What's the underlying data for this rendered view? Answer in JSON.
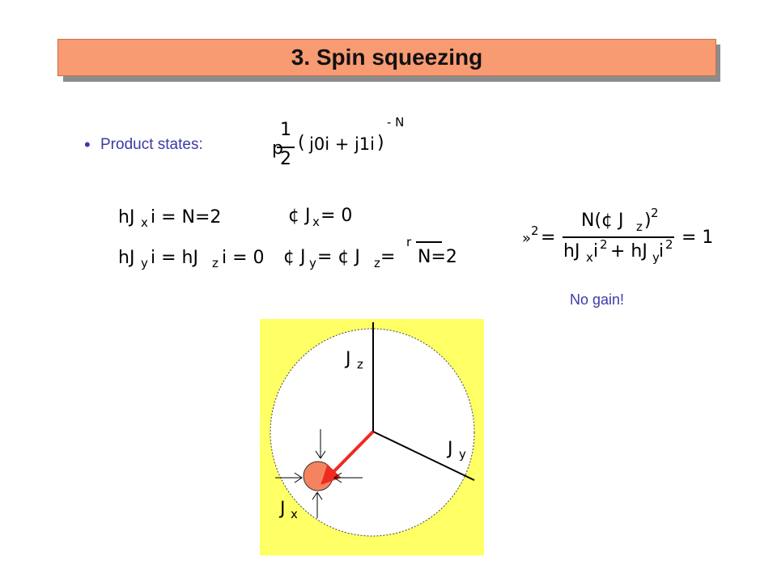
{
  "title": "3. Spin squeezing",
  "bullet": {
    "marker": "•",
    "label": "Product states:"
  },
  "product_state": {
    "prefix": "p",
    "frac_num": "1",
    "frac_den": "2",
    "paren_open": "(",
    "body": "j0i + j1i",
    "paren_close": ")",
    "superscript": "- N"
  },
  "equations_left": {
    "row1": "hJ",
    "row1_sub": "x",
    "row1_rest": "i = N=2",
    "row2": "hJ",
    "row2_sub": "y",
    "row2_mid": "i = hJ",
    "row2_sub2": "z",
    "row2_rest": "i = 0"
  },
  "equations_mid": {
    "row1_a": "¢ J",
    "row1_sub": "x",
    "row1_rest": " = 0",
    "row2_a": "¢ J",
    "row2_sub": "y",
    "row2_mid": " = ¢ J",
    "row2_sub2": "z",
    "row2_eq": " =",
    "row2_root": "r",
    "row2_rest": "N=2"
  },
  "squeezing": {
    "lhs": "»",
    "lhs_exp": "2",
    "eq": "=",
    "num_a": "N(¢ J",
    "num_sub": "z",
    "num_b": ")",
    "num_exp": "2",
    "den_a": "hJ",
    "den_sub1": "x",
    "den_b": "i",
    "den_exp1": "2",
    "den_plus": "+ hJ",
    "den_sub2": "y",
    "den_c": "i",
    "den_exp2": "2",
    "rhs": "= 1"
  },
  "no_gain": "No gain!",
  "diagram": {
    "labels": {
      "jz": "J",
      "jz_sub": "z",
      "jy": "J",
      "jy_sub": "y",
      "jx": "J",
      "jx_sub": "x"
    },
    "colors": {
      "background": "#ffff66",
      "sphere": "#ffffff",
      "state_disk": "#f4845f",
      "vector": "#ee2b1f"
    }
  }
}
